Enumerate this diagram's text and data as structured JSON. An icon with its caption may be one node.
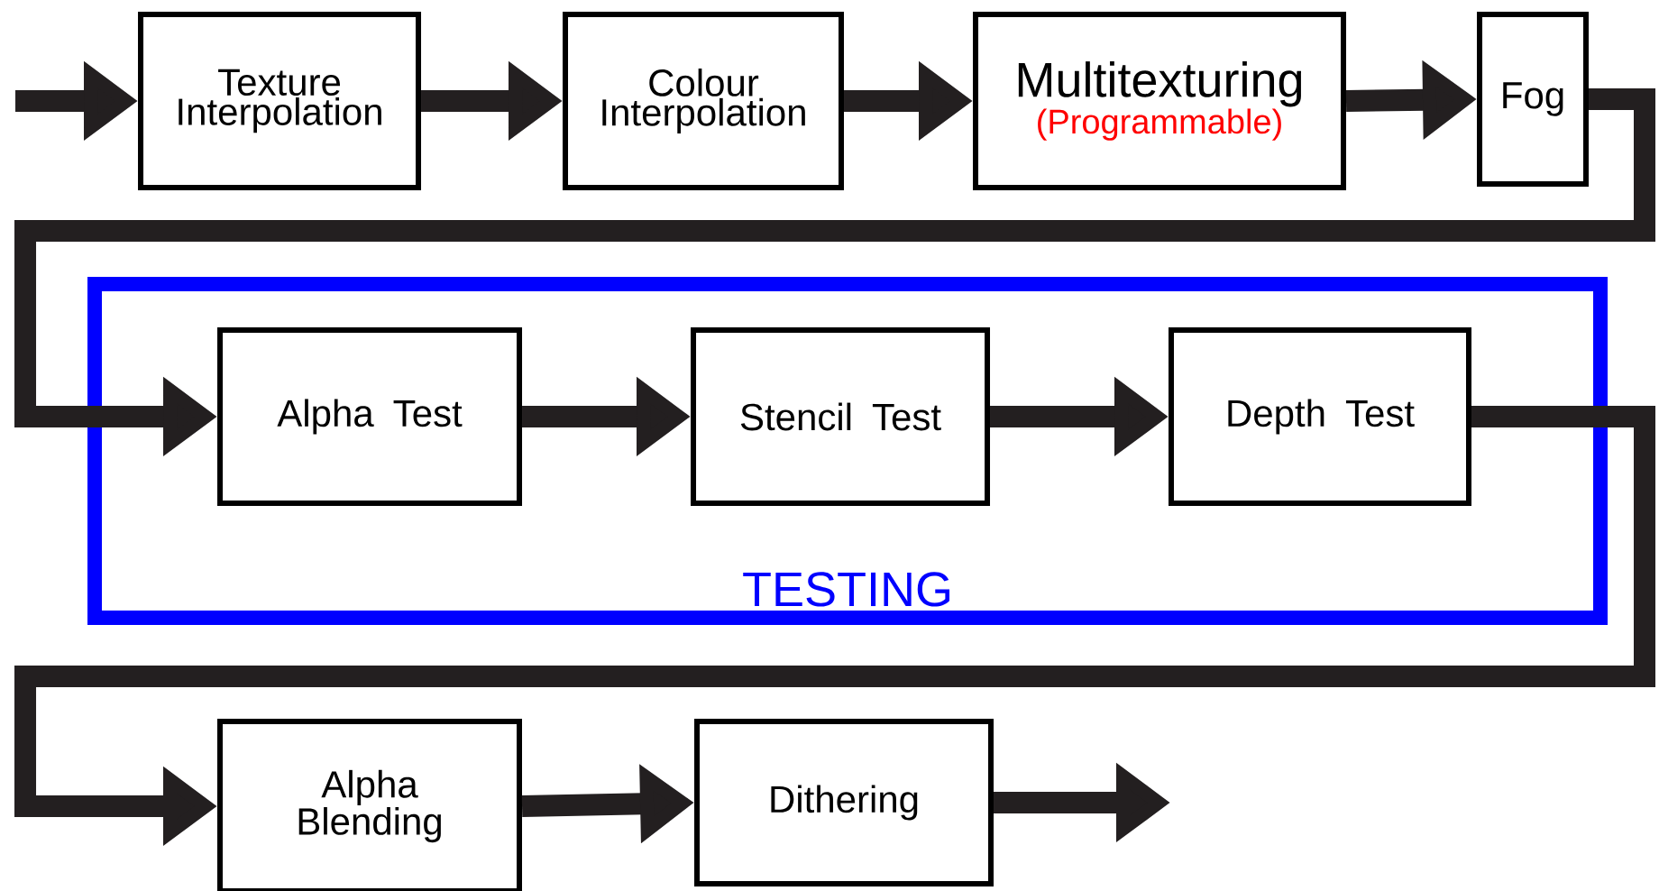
{
  "diagram": {
    "nodes": [
      {
        "text": [
          "Texture Interpolation"
        ]
      },
      {
        "text": [
          "Colour Interpolation"
        ]
      },
      {
        "text": [
          "Multitexturing",
          "(Programmable)"
        ]
      },
      {
        "text": [
          "Fog"
        ]
      },
      {
        "text": [
          "TESTING"
        ]
      },
      {
        "text": [
          "Alpha Test"
        ],
        "in": 4
      },
      {
        "text": [
          "Stencil Test"
        ],
        "in": 4
      },
      {
        "text": [
          "Depth Test"
        ],
        "in": 4
      },
      {
        "text": [
          "Alpha Blending"
        ]
      },
      {
        "text": [
          "Dithering"
        ]
      }
    ],
    "edges": [
      {
        "from": null,
        "to": 0,
        "arrow": "to"
      },
      {
        "from": 0,
        "to": 1,
        "arrow": "to"
      },
      {
        "from": 1,
        "to": 2,
        "arrow": "to"
      },
      {
        "from": 2,
        "to": 3,
        "arrow": "to"
      },
      {
        "from": 3,
        "to": 5,
        "arrow": "to"
      },
      {
        "from": 5,
        "to": 6,
        "arrow": "to"
      },
      {
        "from": 6,
        "to": 7,
        "arrow": "to"
      },
      {
        "from": 7,
        "to": 8,
        "arrow": "to"
      },
      {
        "from": 8,
        "to": 9,
        "arrow": "to"
      },
      {
        "from": 9,
        "to": null,
        "arrow": "to"
      }
    ]
  }
}
